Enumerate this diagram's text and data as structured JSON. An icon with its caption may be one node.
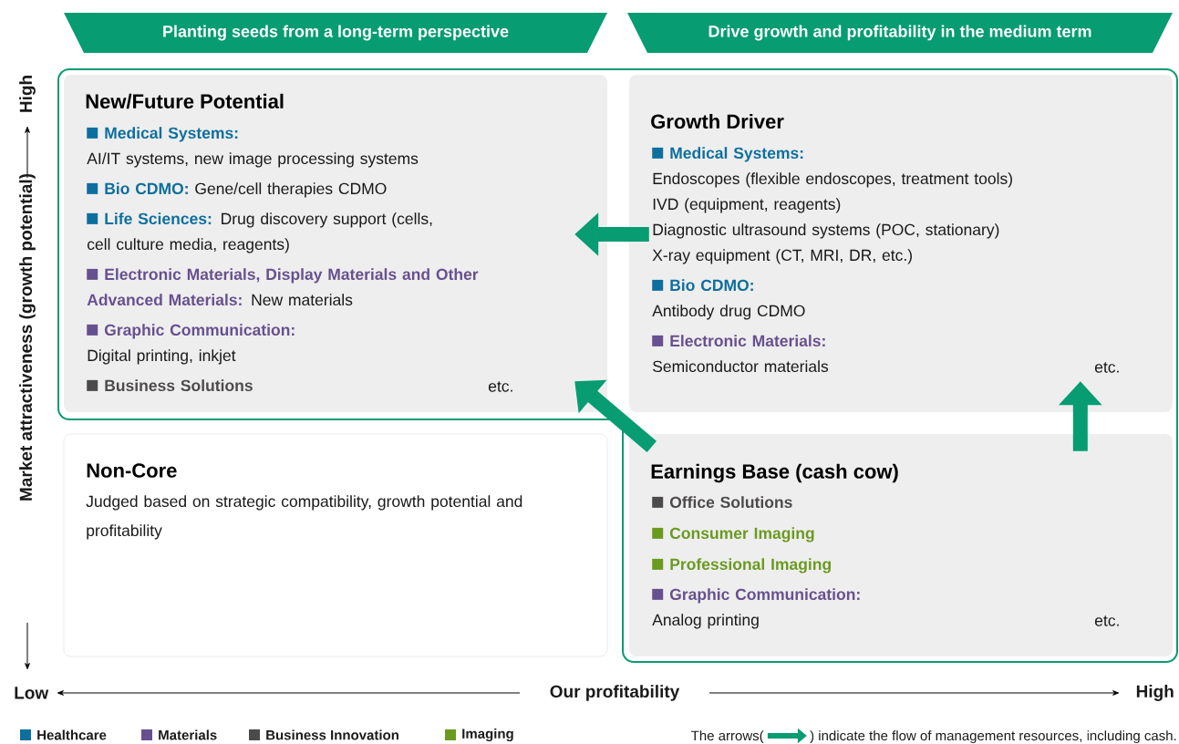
{
  "diagram": {
    "nodes": [
      {
        "text": [
          "Planting seeds from a long-term perspective"
        ]
      },
      {
        "text": [
          "Drive growth and profitability in the medium term"
        ]
      },
      {
        "text": [
          "New/Future Potential",
          "Medical Systems:",
          "AI/IT systems, new image processing systems",
          "Bio CDMO:",
          "Gene/cell therapies CDMO",
          "Life Sciences:",
          "Drug discovery support (cells, cell culture media, reagents)",
          "Electronic Materials, Display Materials and Other Advanced Materials:",
          "New materials",
          "Graphic Communication:",
          "Digital printing, inkjet",
          "Business Solutions",
          "etc."
        ]
      },
      {
        "text": [
          "Growth Driver",
          "Medical Systems:",
          "Endoscopes (flexible endoscopes, treatment tools)",
          "IVD (equipment, reagents)",
          "Diagnostic ultrasound systems (POC, stationary)",
          "X-ray equipment (CT, MRI, DR, etc.)",
          "Bio CDMO:",
          "Antibody drug CDMO",
          "Electronic Materials:",
          "Semiconductor materials",
          "etc."
        ]
      },
      {
        "text": [
          "Non-Core",
          "Judged based on strategic compatibility, growth potential and profitability"
        ]
      },
      {
        "text": [
          "Earnings Base (cash cow)",
          "Office Solutions",
          "Consumer Imaging",
          "Professional Imaging",
          "Graphic Communication:",
          "Analog printing",
          "etc."
        ]
      }
    ],
    "edges": [
      {
        "from": 3,
        "to": 2,
        "arrow": "to"
      },
      {
        "from": 5,
        "to": 2,
        "arrow": "to"
      },
      {
        "from": 5,
        "to": 3,
        "arrow": "to"
      }
    ],
    "labels": [
      "High",
      "Market attractiveness (growth potential)",
      "Low",
      "Our profitability",
      "High",
      "The arrows(",
      ") indicate the flow of management resources, including cash."
    ],
    "legend": [
      {
        "text": "Healthcare",
        "color": "#0e6f9e"
      },
      {
        "text": "Materials",
        "color": "#67508f"
      },
      {
        "text": "Business Innovation",
        "color": "#4d4a4b"
      },
      {
        "text": "Imaging",
        "color": "#6a9a1f"
      }
    ]
  }
}
